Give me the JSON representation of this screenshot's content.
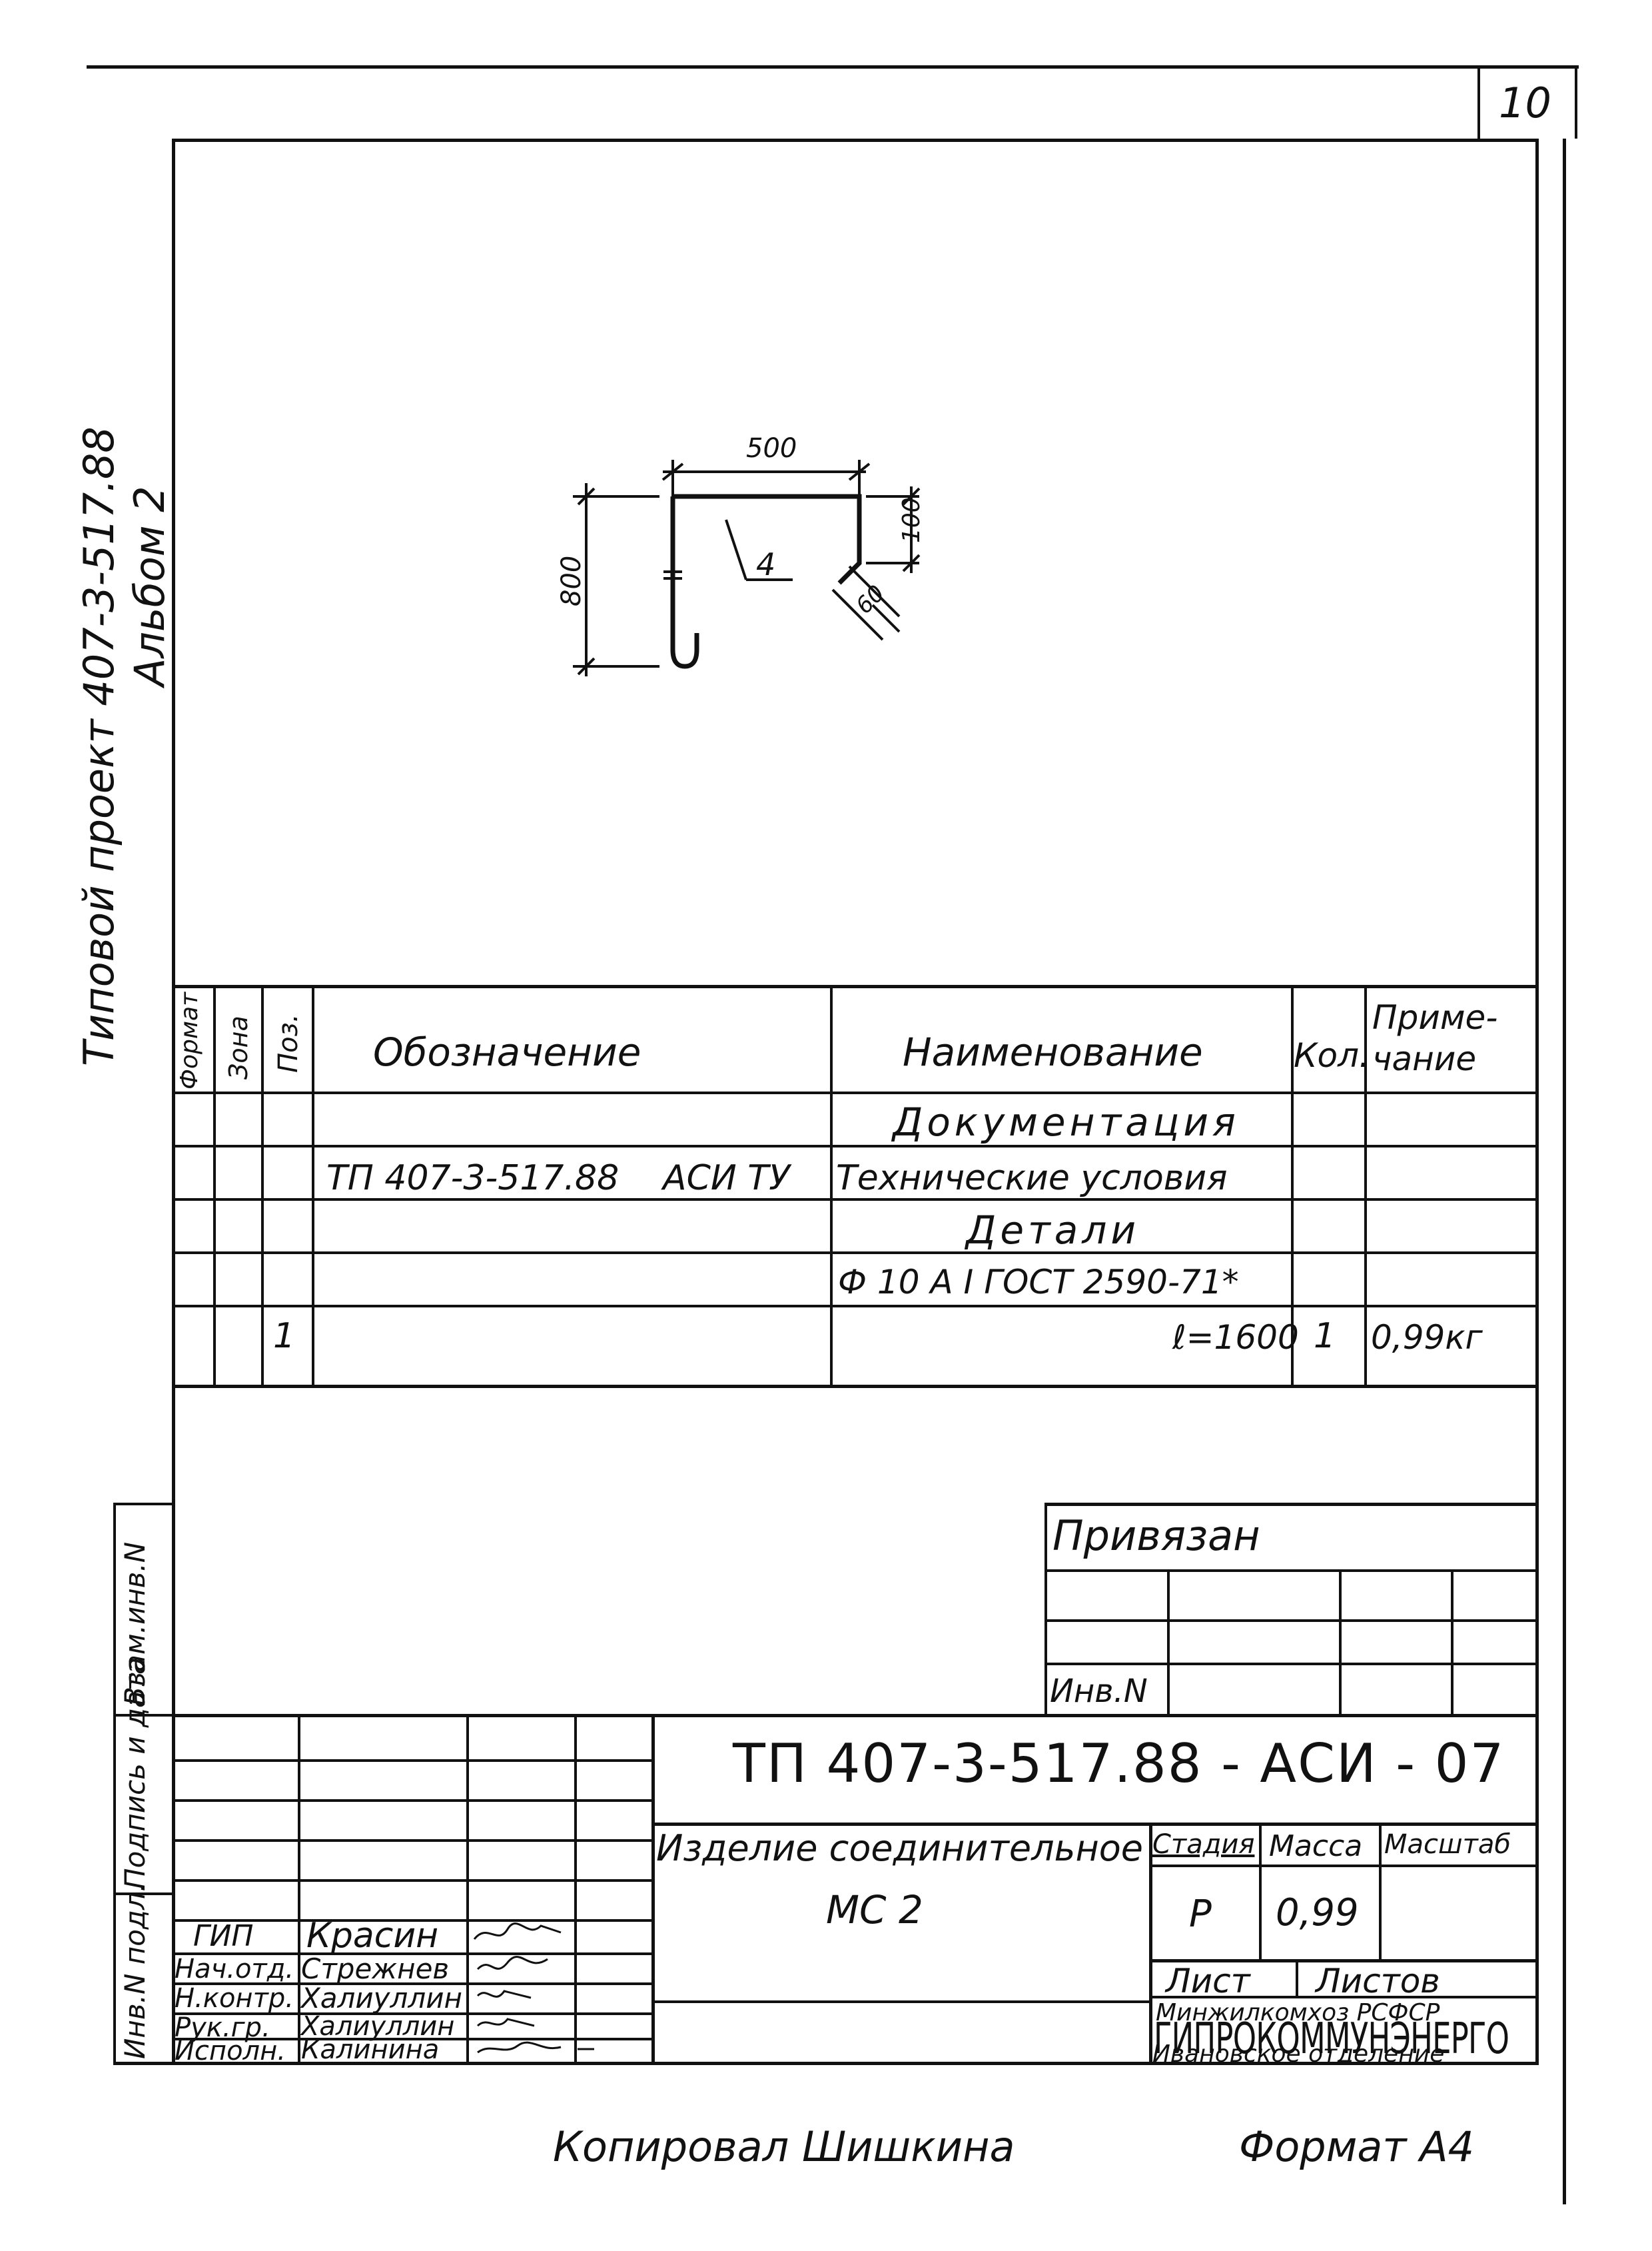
{
  "page_number": "10",
  "side_title": {
    "line1": "Типовой проект 407-3-517.88",
    "line2": "Альбом 2"
  },
  "drawing": {
    "dim_width": "500",
    "dim_height": "800",
    "dim_right": "100",
    "dim_hook": "60",
    "pos_marker": "4"
  },
  "spec_table": {
    "headers": {
      "format": "Формат",
      "zone": "Зона",
      "pos": "Поз.",
      "designation": "Обозначение",
      "name": "Наименование",
      "qty": "Кол.",
      "note_line1": "Приме-",
      "note_line2": "чание"
    },
    "rows": [
      {
        "pos": "",
        "designation": "",
        "name": "Документация",
        "qty": "",
        "note": ""
      },
      {
        "pos": "",
        "designation": "ТП 407-3-517.88",
        "designation_code": "АСИ ТУ",
        "name": "Технические условия",
        "qty": "",
        "note": ""
      },
      {
        "pos": "",
        "designation": "",
        "name": "Детали",
        "qty": "",
        "note": ""
      },
      {
        "pos": "",
        "designation": "",
        "name": "Ф 10 А I  ГОСТ 2590-71*",
        "qty": "",
        "note": ""
      },
      {
        "pos": "1",
        "designation": "",
        "name": "ℓ=1600",
        "qty": "1",
        "note": "0,99кг"
      }
    ]
  },
  "binding_block": {
    "title": "Привязан",
    "inv_label": "Инв.N"
  },
  "left_margin_labels": {
    "vzam": "Взам.инв.N",
    "sign_date": "Подпись и дата",
    "inv_orig": "Инв.N подл."
  },
  "title_block": {
    "doc_code": "ТП 407-3-517.88 - АСИ - 07",
    "item_name_line1": "Изделие соединительное",
    "item_name_line2": "МС 2",
    "stage_label": "Стадия",
    "mass_label": "Масса",
    "scale_label": "Масштаб",
    "stage_value": "Р",
    "mass_value": "0,99",
    "sheet_label": "Лист",
    "sheets_label": "Листов",
    "ministry": "Минжилкомхоз РСФСР",
    "org": "ГИПРОКОММУНЭНЕРГО",
    "branch": "Ивановское отделение",
    "signers": [
      {
        "role": "ГИП",
        "name": "Красин"
      },
      {
        "role": "Нач.отд.",
        "name": "Стрежнев"
      },
      {
        "role": "Н.контр.",
        "name": "Халиуллин"
      },
      {
        "role": "Рук.гр.",
        "name": "Халиуллин"
      },
      {
        "role": "Исполн.",
        "name": "Калинина"
      }
    ]
  },
  "footer": {
    "copied": "Копировал Шишкина",
    "format": "Формат А4"
  }
}
